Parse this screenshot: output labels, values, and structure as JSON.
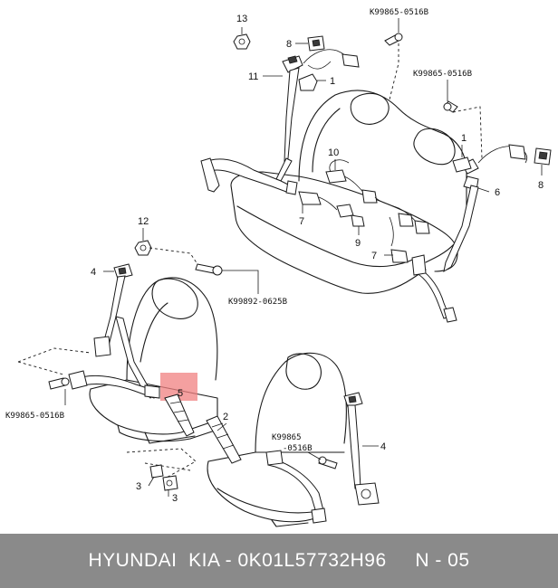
{
  "labels": {
    "n13": "13",
    "n8a": "8",
    "n11": "11",
    "n1a": "1",
    "n1b": "1",
    "n6": "6",
    "n8b": "8",
    "n10": "10",
    "n7a": "7",
    "n7b": "7",
    "n9": "9",
    "n12": "12",
    "n4a": "4",
    "n5": "5",
    "n2": "2",
    "n4b": "4",
    "n3a": "3",
    "n3b": "3"
  },
  "codes": {
    "top": "K99865-0516B",
    "right": "K99865-0516B",
    "mid": "K99892-0625B",
    "left": "K99865-0516B",
    "front_line1": "K99865",
    "front_line2": "-0516B"
  },
  "footer": {
    "text": "HYUNDAI  KIA - 0K01L57732H96     N - 05"
  },
  "colors": {
    "highlight": "#f08080",
    "footer_bg": "#8a8a8a"
  }
}
